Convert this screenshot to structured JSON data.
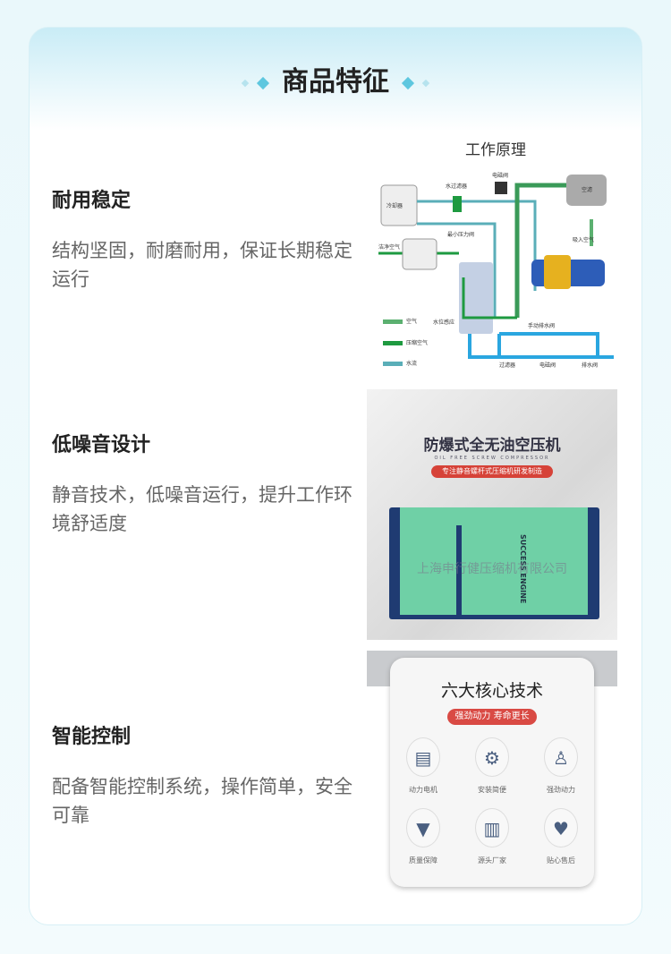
{
  "section_title": "商品特征",
  "features": [
    {
      "title": "耐用稳定",
      "desc": "结构坚固，耐磨耐用，保证长期稳定运行"
    },
    {
      "title": "低噪音设计",
      "desc": "静音技术，低噪音运行，提升工作环境舒适度"
    },
    {
      "title": "智能控制",
      "desc": "配备智能控制系统，操作简单，安全可靠"
    }
  ],
  "diagram": {
    "title": "工作原理",
    "labels": {
      "cooler": "冷却器",
      "water_filter": "水过滤器",
      "solenoid": "电磁阀",
      "air_filter": "空滤",
      "clean_air": "洁净空气",
      "min_valve": "最小压力阀",
      "intake": "吸入空气",
      "level": "水位感应",
      "manual_valve": "手动排水阀",
      "filter": "过滤器",
      "solenoid2": "电磁阀",
      "drain": "排水阀"
    },
    "legend": [
      "空气",
      "压缩空气",
      "水流"
    ]
  },
  "product": {
    "title": "防爆式全无油空压机",
    "subtitle": "OIL FREE SCREW COMPRESSOR",
    "badge": "专注静音螺杆式压缩机研发制造",
    "watermark": "上海申行健压缩机有限公司",
    "brand": "SUCCESS ENGINE"
  },
  "tech": {
    "title": "六大核心技术",
    "badge": "强劲动力 寿命更长",
    "items": [
      "动力电机",
      "安装简便",
      "强劲动力",
      "质量保障",
      "源头厂家",
      "贴心售后"
    ]
  }
}
